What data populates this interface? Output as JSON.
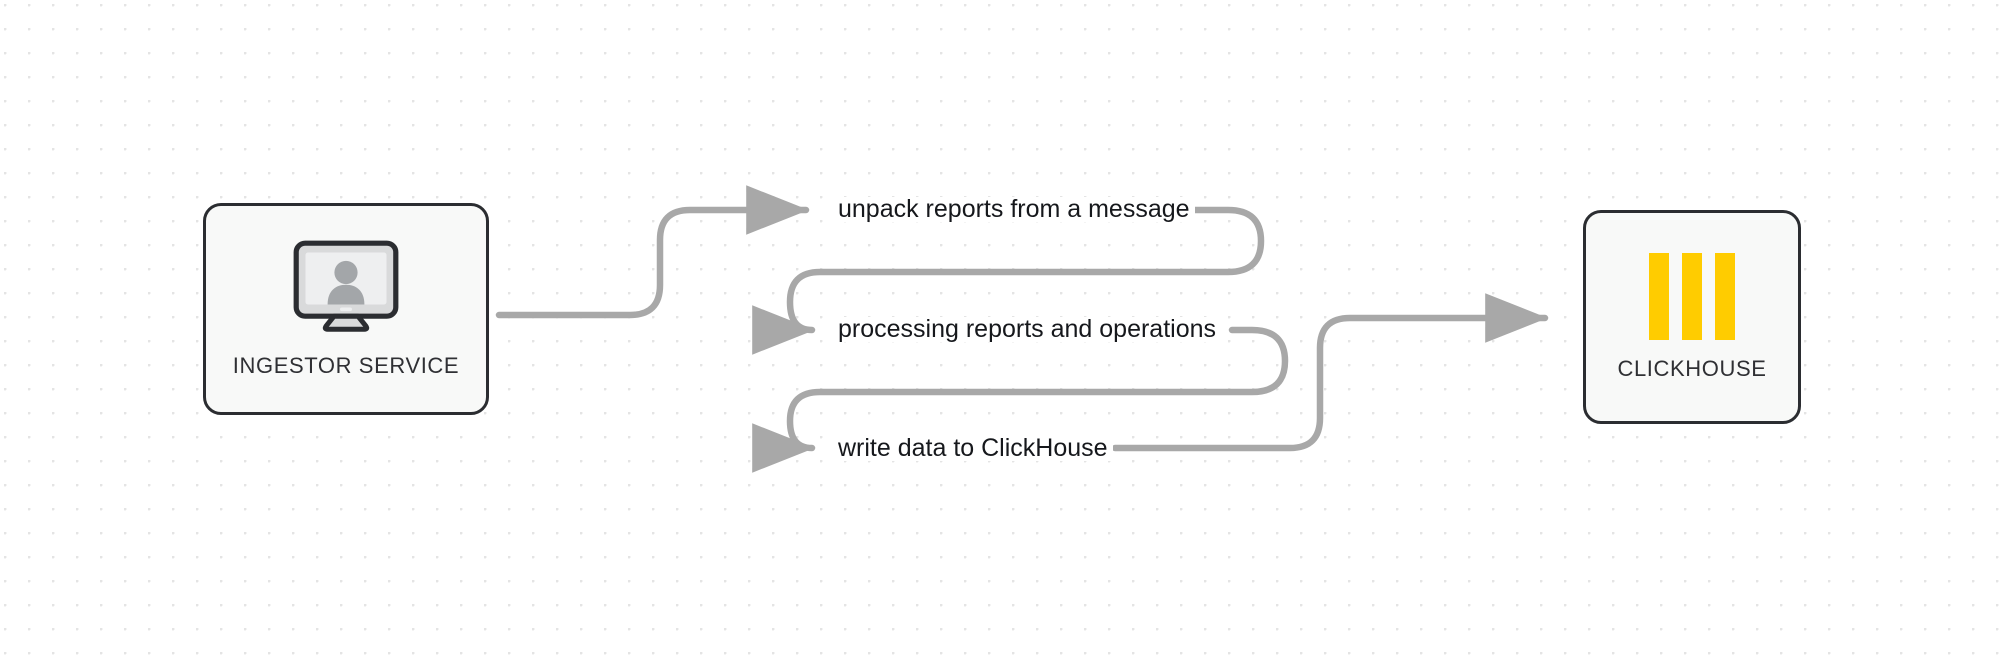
{
  "diagram": {
    "type": "flow",
    "background": "#ffffff",
    "dot_color": "#e4e4e4",
    "edge_color": "#a8a8a8",
    "node_border_color": "#2b2d31",
    "node_fill_color": "#f8f9f8",
    "accent_color": "#ffcc00",
    "nodes": [
      {
        "id": "ingestor",
        "label": "INGESTOR SERVICE",
        "icon": "desktop-user-monitor-icon"
      },
      {
        "id": "clickhouse",
        "label": "CLICKHOUSE",
        "icon": "clickhouse-bars-icon",
        "bars": 3
      }
    ],
    "edges": [
      {
        "id": "edge-unpack",
        "label": "unpack reports from a message",
        "from": "ingestor"
      },
      {
        "id": "edge-processing",
        "label": "processing reports and operations",
        "from": "ingestor"
      },
      {
        "id": "edge-write",
        "label": "write data to ClickHouse",
        "to": "clickhouse"
      }
    ]
  }
}
